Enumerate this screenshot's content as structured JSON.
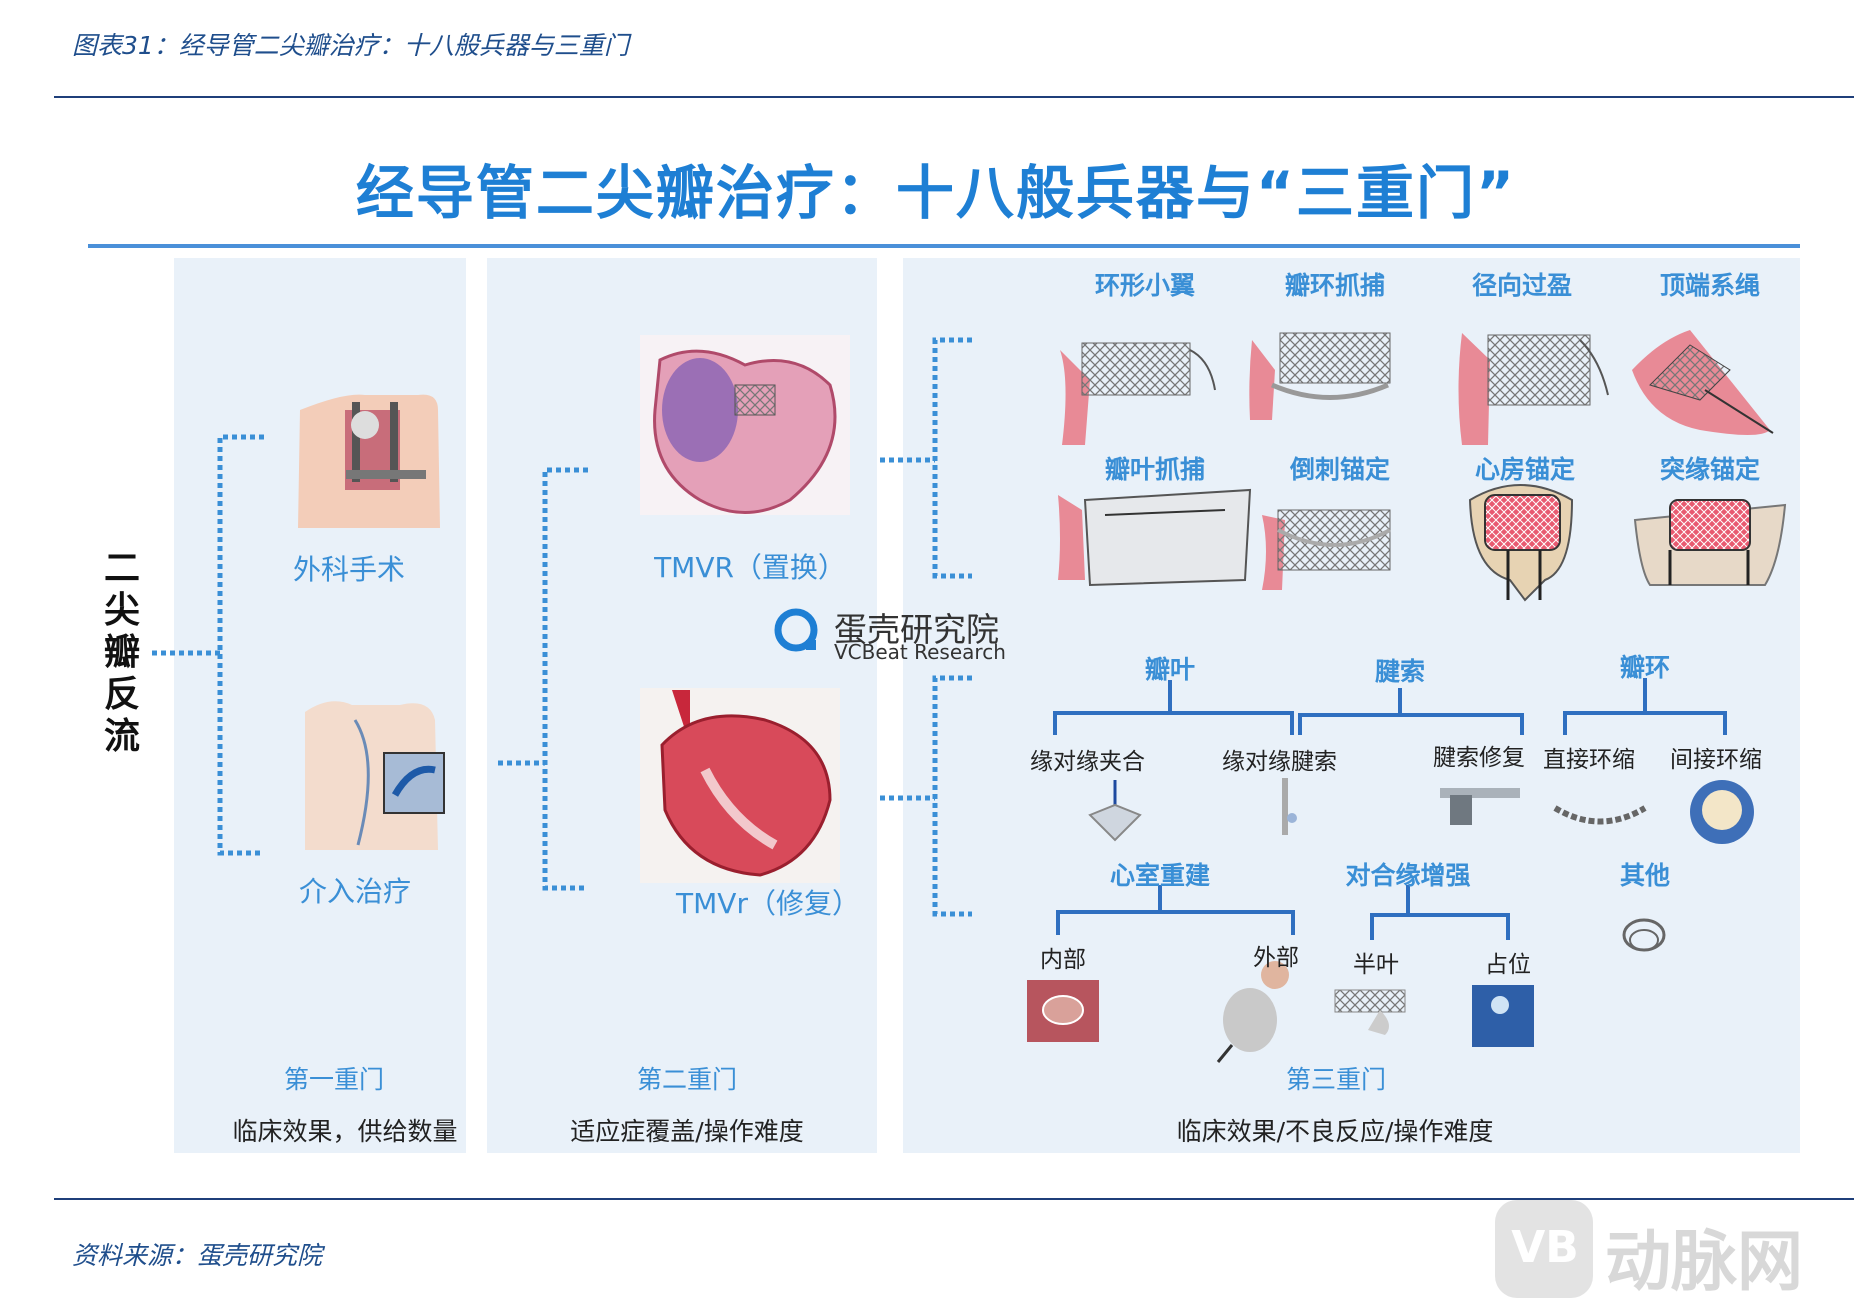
{
  "figure_caption": "图表31：经导管二尖瓣治疗：十八般兵器与三重门",
  "main_title": "经导管二尖瓣治疗：十八般兵器与“三重门”",
  "root": "二尖瓣反流",
  "col1": {
    "surgery": "外科手术",
    "intervention": "介入治疗",
    "gate": "第一重门",
    "gate_desc": "临床效果，供给数量"
  },
  "col2": {
    "tmvr_replace": "TMVR（置换）",
    "tmvr_repair": "TMVr（修复）",
    "gate": "第二重门",
    "gate_desc": "适应症覆盖/操作难度"
  },
  "col3": {
    "replacement_methods_row1": [
      "环形小翼",
      "瓣环抓捕",
      "径向过盈",
      "顶端系绳"
    ],
    "replacement_methods_row2": [
      "瓣叶抓捕",
      "倒刺锚定",
      "心房锚定",
      "突缘锚定"
    ],
    "repair_headers": {
      "leaflet": "瓣叶",
      "chordae": "腱索",
      "annulus": "瓣环",
      "ventricle": "心室重建",
      "coaptation": "对合缘增强",
      "other": "其他"
    },
    "repair_items": {
      "edge_clip": "缘对缘夹合",
      "edge_chordae": "缘对缘腱索",
      "chordae_repair": "腱索修复",
      "direct_annulo": "直接环缩",
      "indirect_annulo": "间接环缩",
      "internal": "内部",
      "external": "外部",
      "half_leaflet": "半叶",
      "spacer": "占位"
    },
    "gate": "第三重门",
    "gate_desc": "临床效果/不良反应/操作难度"
  },
  "watermark": {
    "cn": "蛋壳研究院",
    "en": "VCBeat Research"
  },
  "source": "资料来源：蛋壳研究院",
  "brand": {
    "mark": "VB",
    "text": "动脉网"
  },
  "colors": {
    "accent": "#1e7fd4",
    "panel": "#e9f1f9",
    "dotted": "#3a8fd6",
    "tree": "#2f6fc0"
  }
}
